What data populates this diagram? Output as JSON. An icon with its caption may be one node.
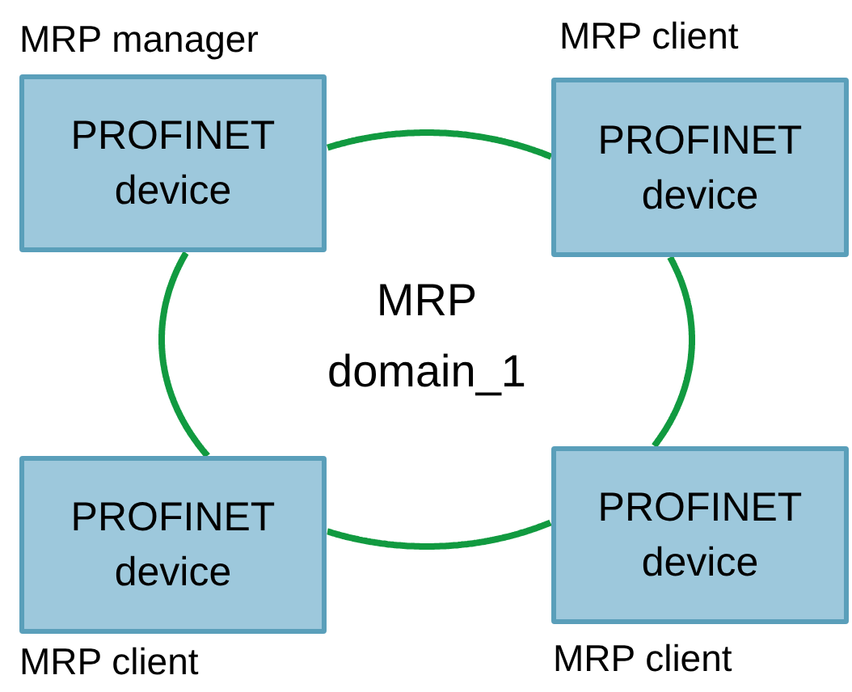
{
  "diagram": {
    "nodes": [
      {
        "text": [
          "PROFINET device"
        ],
        "beside": [
          "MRP manager"
        ]
      },
      {
        "text": [
          "PROFINET device"
        ],
        "beside": [
          "MRP client"
        ]
      },
      {
        "text": [
          "PROFINET device"
        ],
        "beside": [
          "MRP client"
        ]
      },
      {
        "text": [
          "PROFINET device"
        ],
        "beside": [
          "MRP client"
        ]
      }
    ],
    "edges": [
      {
        "from": 0,
        "to": 1,
        "arrow": "none"
      },
      {
        "from": 1,
        "to": 3,
        "arrow": "none"
      },
      {
        "from": 3,
        "to": 2,
        "arrow": "none"
      },
      {
        "from": 2,
        "to": 0,
        "arrow": "none"
      }
    ],
    "labels": [
      "MRP domain_1"
    ]
  }
}
